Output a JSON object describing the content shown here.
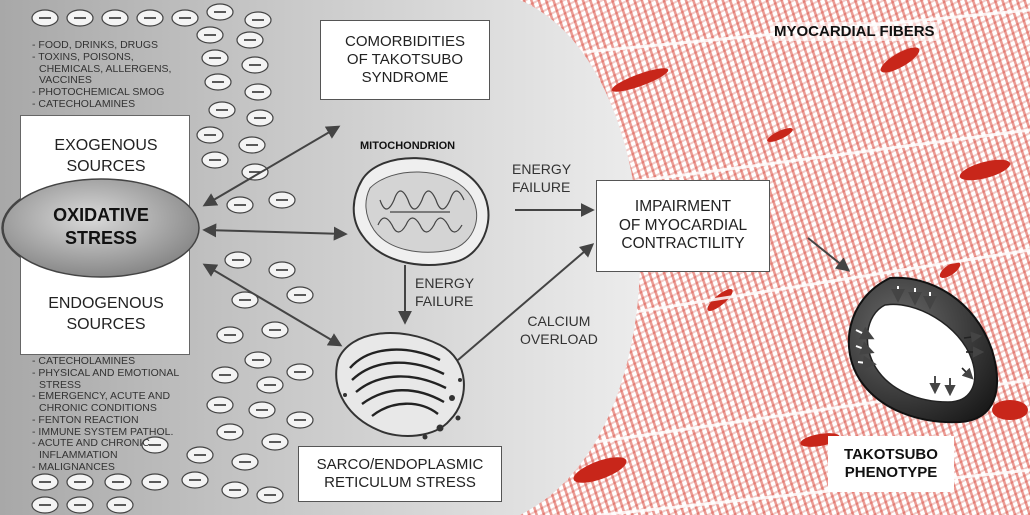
{
  "exogenous_list": [
    "- FOOD, DRINKS, DRUGS",
    "- TOXINS, POISONS,",
    "  CHEMICALS, ALLERGENS,",
    "  VACCINES",
    "- PHOTOCHEMICAL SMOG",
    "- CATECHOLAMINES"
  ],
  "endogenous_list": [
    "- CATECHOLAMINES",
    "- PHYSICAL AND EMOTIONAL",
    "  STRESS",
    "- EMERGENCY, ACUTE AND",
    "  CHRONIC CONDITIONS",
    "- FENTON REACTION",
    "- IMMUNE SYSTEM PATHOL.",
    "- ACUTE AND CHRONIC",
    "  INFLAMMATION",
    "- MALIGNANCES"
  ],
  "exogenous_label": [
    "EXOGENOUS",
    "SOURCES"
  ],
  "endogenous_label": [
    "ENDOGENOUS",
    "SOURCES"
  ],
  "oxidative_label": [
    "OXIDATIVE",
    "STRESS"
  ],
  "comorbidities_label": [
    "COMORBIDITIES",
    "OF TAKOTSUBO",
    "SYNDROME"
  ],
  "mitochondrion_label": "MITOCHONDRION",
  "energy_failure_top": [
    "ENERGY",
    "FAILURE"
  ],
  "energy_failure_mid": [
    "ENERGY",
    "FAILURE"
  ],
  "calcium_overload": [
    "CALCIUM",
    "OVERLOAD"
  ],
  "impairment_label": [
    "IMPAIRMENT",
    "OF MYOCARDIAL",
    "CONTRACTILITY"
  ],
  "sarco_label": [
    "SARCO/ENDOPLASMIC",
    "RETICULUM STRESS"
  ],
  "myocardial_fibers_label": "MYOCARDIAL FIBERS",
  "takotsubo_label": [
    "TAKOTSUBO",
    "PHENOTYPE"
  ],
  "colors": {
    "fiber_red": "#d42a1a",
    "panel_gray": "#c8c8c8",
    "ellipse_gray": "#9a9a9a",
    "heart_dark": "#2a2a2a"
  }
}
